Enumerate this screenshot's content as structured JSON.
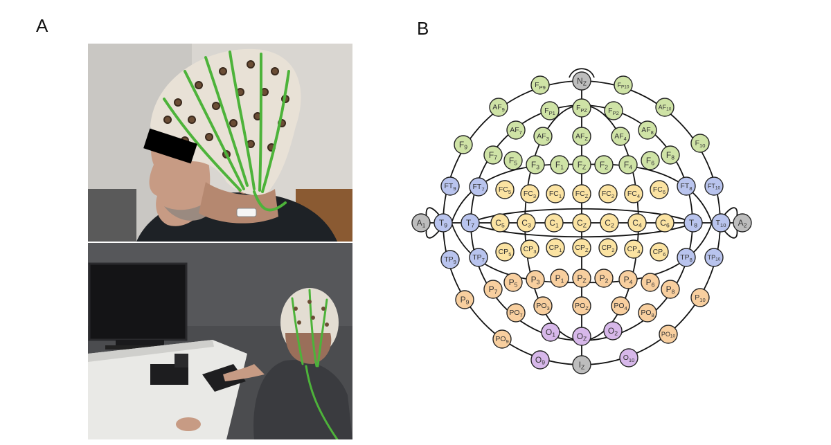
{
  "panels": {
    "a_label": "A",
    "b_label": "B"
  },
  "colors": {
    "frontal": "#cfe3a6",
    "central": "#fbe3a2",
    "parietal": "#f8cf9f",
    "temporal": "#b9c4ee",
    "occipital": "#d7b8ea",
    "reference": "#bdbdbd",
    "cap_wire": "#4db33a"
  },
  "electrodes": [
    {
      "id": "nz",
      "main": "N",
      "sub": "Z",
      "group": "reference"
    },
    {
      "id": "fp9",
      "main": "F",
      "sub": "P9",
      "group": "frontal"
    },
    {
      "id": "fp10",
      "main": "F",
      "sub": "P10",
      "group": "frontal"
    },
    {
      "id": "af9",
      "main": "AF",
      "sub": "9",
      "group": "frontal"
    },
    {
      "id": "af10",
      "main": "AF",
      "sub": "10",
      "group": "frontal"
    },
    {
      "id": "fp1",
      "main": "F",
      "sub": "P1",
      "group": "frontal"
    },
    {
      "id": "fpz",
      "main": "F",
      "sub": "PZ",
      "group": "frontal"
    },
    {
      "id": "fp2",
      "main": "F",
      "sub": "P2",
      "group": "frontal"
    },
    {
      "id": "af7",
      "main": "AF",
      "sub": "7",
      "group": "frontal"
    },
    {
      "id": "af3",
      "main": "AF",
      "sub": "3",
      "group": "frontal"
    },
    {
      "id": "afz",
      "main": "AF",
      "sub": "Z",
      "group": "frontal"
    },
    {
      "id": "af4",
      "main": "AF",
      "sub": "4",
      "group": "frontal"
    },
    {
      "id": "af8",
      "main": "AF",
      "sub": "8",
      "group": "frontal"
    },
    {
      "id": "f9",
      "main": "F",
      "sub": "9",
      "group": "frontal"
    },
    {
      "id": "f10",
      "main": "F",
      "sub": "10",
      "group": "frontal"
    },
    {
      "id": "f7",
      "main": "F",
      "sub": "7",
      "group": "frontal"
    },
    {
      "id": "f5",
      "main": "F",
      "sub": "5",
      "group": "frontal"
    },
    {
      "id": "f3",
      "main": "F",
      "sub": "3",
      "group": "frontal"
    },
    {
      "id": "f1",
      "main": "F",
      "sub": "1",
      "group": "frontal"
    },
    {
      "id": "fz",
      "main": "F",
      "sub": "Z",
      "group": "frontal"
    },
    {
      "id": "f2",
      "main": "F",
      "sub": "2",
      "group": "frontal"
    },
    {
      "id": "f4",
      "main": "F",
      "sub": "4",
      "group": "frontal"
    },
    {
      "id": "f6",
      "main": "F",
      "sub": "6",
      "group": "frontal"
    },
    {
      "id": "f8",
      "main": "F",
      "sub": "8",
      "group": "frontal"
    },
    {
      "id": "ft9",
      "main": "FT",
      "sub": "9",
      "group": "temporal"
    },
    {
      "id": "ft7",
      "main": "FT",
      "sub": "7",
      "group": "temporal"
    },
    {
      "id": "fc5",
      "main": "FC",
      "sub": "5",
      "group": "central"
    },
    {
      "id": "fc3",
      "main": "FC",
      "sub": "3",
      "group": "central"
    },
    {
      "id": "fc1",
      "main": "FC",
      "sub": "1",
      "group": "central"
    },
    {
      "id": "fcz",
      "main": "FC",
      "sub": "Z",
      "group": "central"
    },
    {
      "id": "fc2",
      "main": "FC",
      "sub": "2",
      "group": "central"
    },
    {
      "id": "fc4",
      "main": "FC",
      "sub": "4",
      "group": "central"
    },
    {
      "id": "fc6",
      "main": "FC",
      "sub": "6",
      "group": "central"
    },
    {
      "id": "ft8",
      "main": "FT",
      "sub": "8",
      "group": "temporal"
    },
    {
      "id": "ft10",
      "main": "FT",
      "sub": "10",
      "group": "temporal"
    },
    {
      "id": "a1",
      "main": "A",
      "sub": "1",
      "group": "reference"
    },
    {
      "id": "t9",
      "main": "T",
      "sub": "9",
      "group": "temporal"
    },
    {
      "id": "t7",
      "main": "T",
      "sub": "7",
      "group": "temporal"
    },
    {
      "id": "c5",
      "main": "C",
      "sub": "5",
      "group": "central"
    },
    {
      "id": "c3",
      "main": "C",
      "sub": "3",
      "group": "central"
    },
    {
      "id": "c1",
      "main": "C",
      "sub": "1",
      "group": "central"
    },
    {
      "id": "cz",
      "main": "C",
      "sub": "Z",
      "group": "central"
    },
    {
      "id": "c2",
      "main": "C",
      "sub": "2",
      "group": "central"
    },
    {
      "id": "c4",
      "main": "C",
      "sub": "4",
      "group": "central"
    },
    {
      "id": "c6",
      "main": "C",
      "sub": "6",
      "group": "central"
    },
    {
      "id": "t8",
      "main": "T",
      "sub": "8",
      "group": "temporal"
    },
    {
      "id": "t10",
      "main": "T",
      "sub": "10",
      "group": "temporal"
    },
    {
      "id": "a2",
      "main": "A",
      "sub": "2",
      "group": "reference"
    },
    {
      "id": "tp9",
      "main": "TP",
      "sub": "9",
      "group": "temporal"
    },
    {
      "id": "tp7",
      "main": "TP",
      "sub": "7",
      "group": "temporal"
    },
    {
      "id": "cp5",
      "main": "CP",
      "sub": "5",
      "group": "central"
    },
    {
      "id": "cp3",
      "main": "CP",
      "sub": "3",
      "group": "central"
    },
    {
      "id": "cp1",
      "main": "CP",
      "sub": "1",
      "group": "central"
    },
    {
      "id": "cpz",
      "main": "CP",
      "sub": "Z",
      "group": "central"
    },
    {
      "id": "cp2",
      "main": "CP",
      "sub": "2",
      "group": "central"
    },
    {
      "id": "cp4",
      "main": "CP",
      "sub": "4",
      "group": "central"
    },
    {
      "id": "cp6",
      "main": "CP",
      "sub": "6",
      "group": "central"
    },
    {
      "id": "tp8",
      "main": "TP",
      "sub": "8",
      "group": "temporal"
    },
    {
      "id": "tp10",
      "main": "TP",
      "sub": "10",
      "group": "temporal"
    },
    {
      "id": "p9",
      "main": "P",
      "sub": "9",
      "group": "parietal"
    },
    {
      "id": "p7",
      "main": "P",
      "sub": "7",
      "group": "parietal"
    },
    {
      "id": "p5",
      "main": "P",
      "sub": "5",
      "group": "parietal"
    },
    {
      "id": "p3",
      "main": "P",
      "sub": "3",
      "group": "parietal"
    },
    {
      "id": "p1",
      "main": "P",
      "sub": "1",
      "group": "parietal"
    },
    {
      "id": "pz",
      "main": "P",
      "sub": "Z",
      "group": "parietal"
    },
    {
      "id": "p2",
      "main": "P",
      "sub": "2",
      "group": "parietal"
    },
    {
      "id": "p4",
      "main": "P",
      "sub": "4",
      "group": "parietal"
    },
    {
      "id": "p6",
      "main": "P",
      "sub": "6",
      "group": "parietal"
    },
    {
      "id": "p8",
      "main": "P",
      "sub": "8",
      "group": "parietal"
    },
    {
      "id": "p10",
      "main": "P",
      "sub": "10",
      "group": "parietal"
    },
    {
      "id": "po7",
      "main": "PO",
      "sub": "7",
      "group": "parietal"
    },
    {
      "id": "po3",
      "main": "PO",
      "sub": "3",
      "group": "parietal"
    },
    {
      "id": "poz",
      "main": "PO",
      "sub": "Z",
      "group": "parietal"
    },
    {
      "id": "po4",
      "main": "PO",
      "sub": "4",
      "group": "parietal"
    },
    {
      "id": "po8",
      "main": "PO",
      "sub": "8",
      "group": "parietal"
    },
    {
      "id": "po9",
      "main": "PO",
      "sub": "9",
      "group": "parietal"
    },
    {
      "id": "po10",
      "main": "PO",
      "sub": "10",
      "group": "parietal"
    },
    {
      "id": "o1",
      "main": "O",
      "sub": "1",
      "group": "occipital"
    },
    {
      "id": "oz",
      "main": "O",
      "sub": "Z",
      "group": "occipital"
    },
    {
      "id": "o2",
      "main": "O",
      "sub": "2",
      "group": "occipital"
    },
    {
      "id": "o9",
      "main": "O",
      "sub": "9",
      "group": "occipital"
    },
    {
      "id": "o10",
      "main": "O",
      "sub": "10",
      "group": "occipital"
    },
    {
      "id": "iz",
      "main": "I",
      "sub": "Z",
      "group": "reference"
    }
  ]
}
